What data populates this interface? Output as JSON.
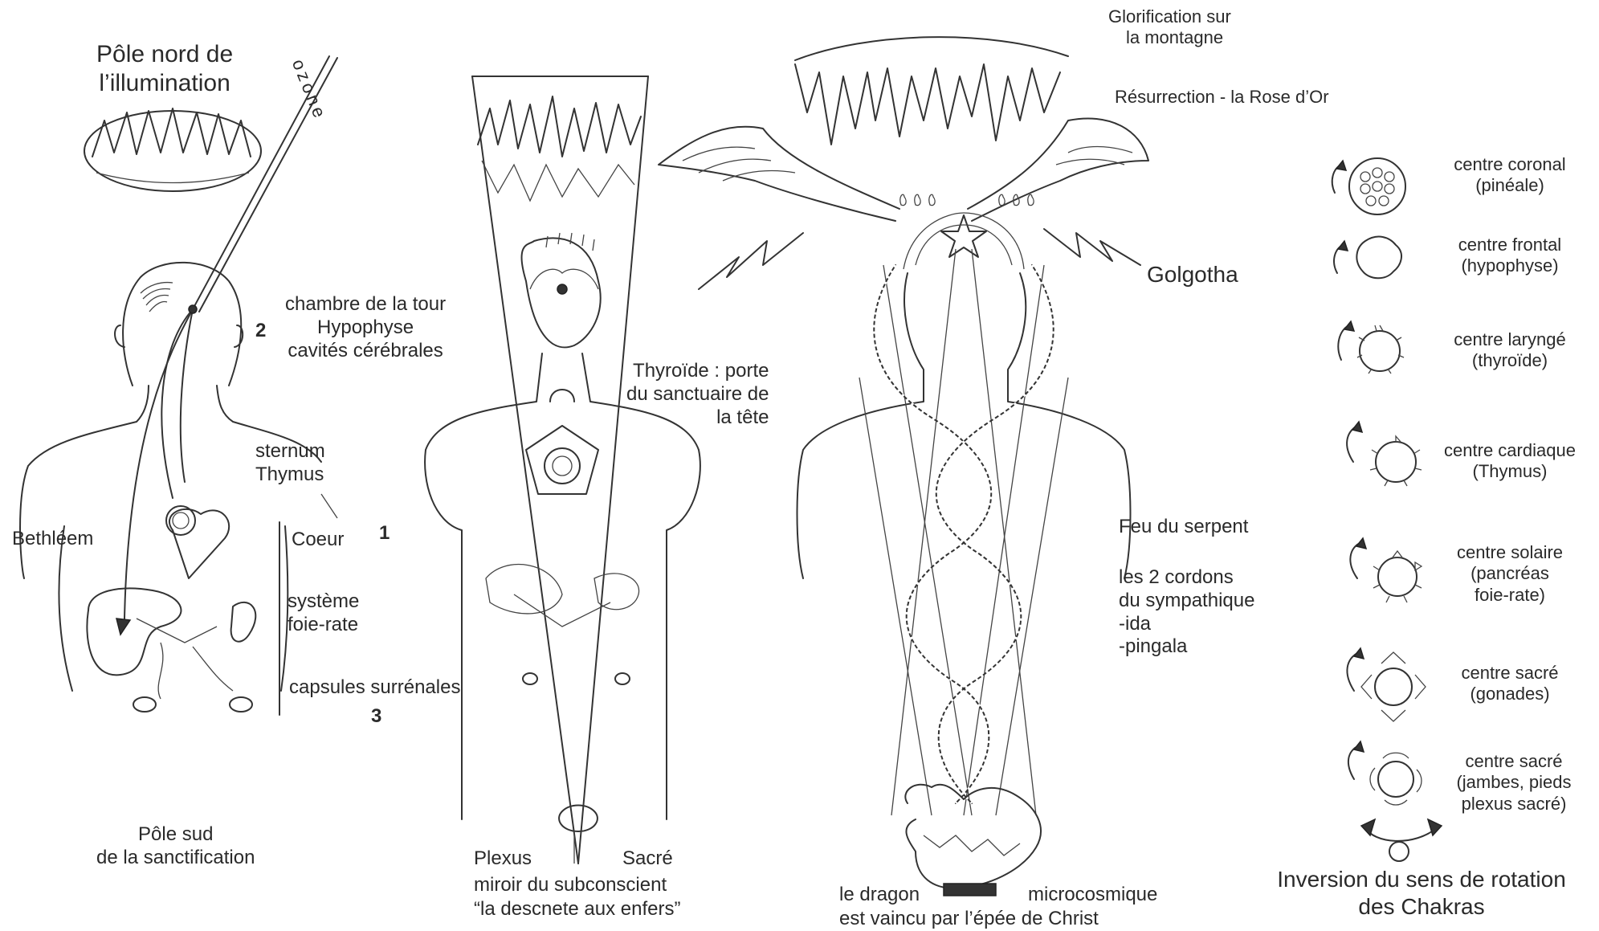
{
  "figure1": {
    "pole_nord": [
      "Pôle nord de",
      "l’illumination"
    ],
    "vertical_word": "ozone",
    "number_2": "2",
    "chambre": [
      "chambre de la tour",
      "Hypophyse",
      "cavités cérébrales"
    ],
    "sternum": [
      "sternum",
      "Thymus"
    ],
    "number_1": "1",
    "coeur": "Coeur",
    "bethleem": "Bethléem",
    "systeme": [
      "système",
      "foie-rate"
    ],
    "capsules": "capsules surrénales",
    "number_3": "3",
    "pole_sud": [
      "Pôle sud",
      "de la sanctification"
    ]
  },
  "figure2": {
    "thyroide": [
      "Thyroïde : porte",
      "du sanctuaire de",
      "la tête"
    ],
    "plexus": "Plexus",
    "sacre": "Sacré",
    "miroir": "miroir du subconscient",
    "descente": "“la descnete aux enfers”"
  },
  "figure3": {
    "glorification": [
      "Glorification sur",
      "la montagne"
    ],
    "resurrection": "Résurrection - la Rose d’Or",
    "golgotha": "Golgotha",
    "feu": "Feu du serpent",
    "cordons": [
      "les 2 cordons",
      "du sympathique",
      "-ida",
      "-pingala"
    ],
    "dragon": "le dragon",
    "microcosmique": "microcosmique",
    "vaincu": "est vaincu par l’épée de Christ"
  },
  "chakras": {
    "items": [
      {
        "name": "centre coronal",
        "gland": "(pinéale)"
      },
      {
        "name": "centre frontal",
        "gland": "(hypophyse)"
      },
      {
        "name": "centre laryngé",
        "gland": "(thyroïde)"
      },
      {
        "name": "centre cardiaque",
        "gland": "(Thymus)"
      },
      {
        "name": "centre solaire",
        "gland": "(pancréas",
        "gland2": "foie-rate)"
      },
      {
        "name": "centre sacré",
        "gland": "(gonades)"
      },
      {
        "name": "centre sacré",
        "gland": "(jambes, pieds",
        "gland2": "plexus sacré)"
      }
    ],
    "caption": [
      "Inversion du sens de rotation",
      "des Chakras"
    ]
  }
}
